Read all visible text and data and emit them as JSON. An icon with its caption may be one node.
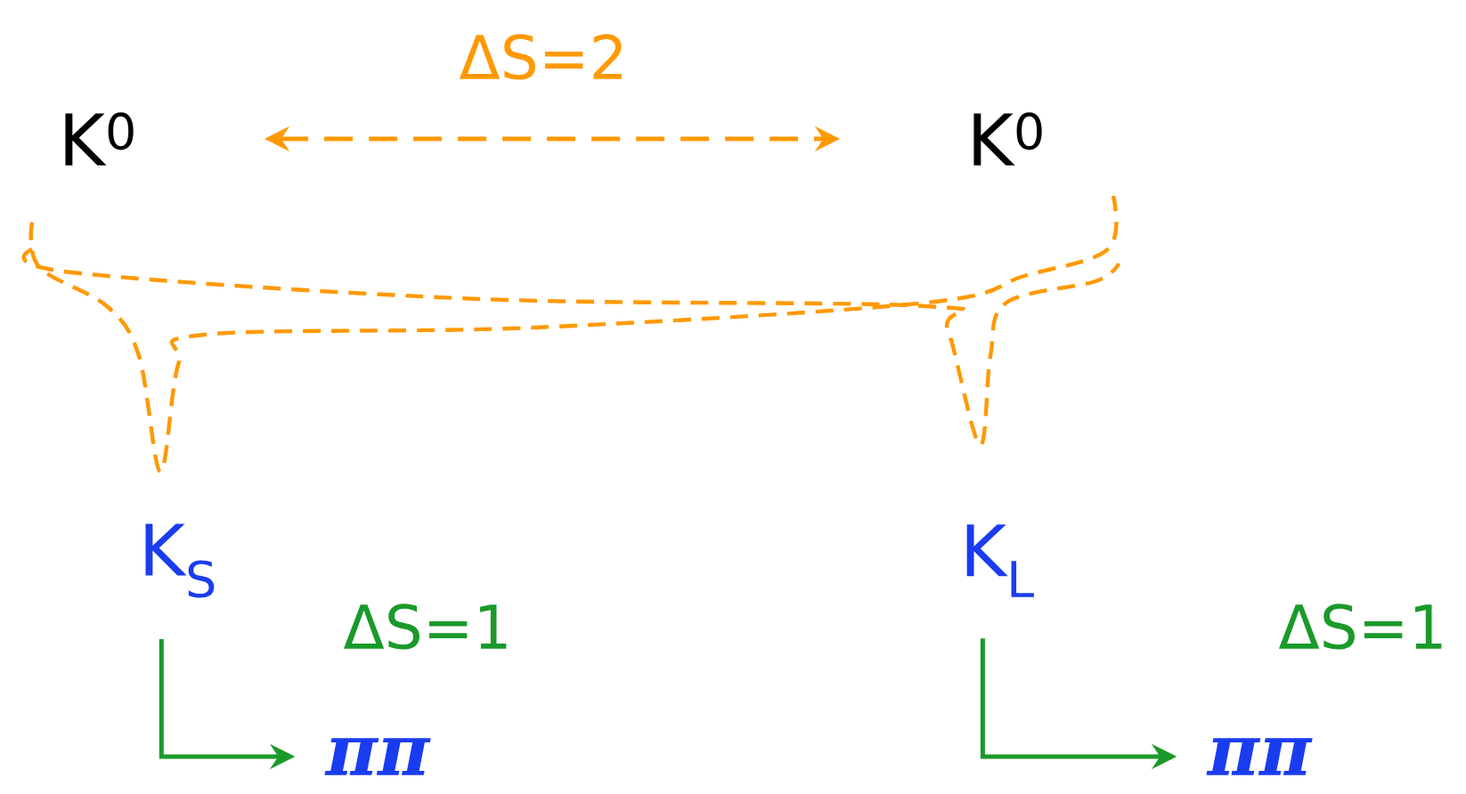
{
  "diagram": {
    "nodes": [
      {
        "text": [
          "K$^{0}$"
        ]
      },
      {
        "text": [
          "K$^{0}$"
        ]
      },
      {
        "text": [
          "K$_{S}$"
        ]
      },
      {
        "text": [
          "K$_{L}$"
        ]
      },
      {
        "text": [
          "ππ"
        ]
      },
      {
        "text": [
          "ππ"
        ]
      }
    ],
    "edges": [
      {
        "from": 0,
        "to": 1,
        "arrow": "both",
        "label": "ΔS=2",
        "style": "dashed",
        "color": "#ff9900"
      },
      {
        "from": 2,
        "to": 4,
        "arrow": "to",
        "label": "ΔS=1"
      },
      {
        "from": 3,
        "to": 5,
        "arrow": "to",
        "label": "ΔS=1"
      }
    ]
  }
}
